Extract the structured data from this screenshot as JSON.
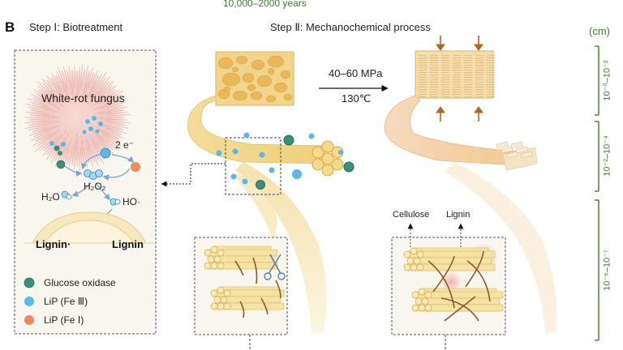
{
  "figure": {
    "top_caption": "10,000–2000 years",
    "panel_letter": "B",
    "step1_title": "Step Ⅰ: Biotreatment",
    "step2_title": "Step Ⅱ: Mechanochemical process",
    "pressure": "40–60 MPa",
    "temperature": "130℃",
    "scale_unit": "(cm)",
    "scale_ranges": [
      "10⁻⁰–10⁻²",
      "10⁻²–10⁻⁴",
      "10⁻⁶–10⁻⁷"
    ]
  },
  "biotreatment": {
    "fungus_label": "White-rot fungus",
    "electron_label": "2 e⁻",
    "h2o2_label": "H₂O₂",
    "h2o_label": "H₂O",
    "hydroxyl_label": "HO·",
    "lignin_radical_label": "Lignin·",
    "lignin_label": "Lignin"
  },
  "legend": [
    {
      "label": "Glucose oxidase",
      "color": "#3d8f7d"
    },
    {
      "label": "LiP (Fe Ⅲ)",
      "color": "#5bb8e6"
    },
    {
      "label": "LiP (Fe Ⅰ)",
      "color": "#f08a5d"
    }
  ],
  "microfibril": {
    "cellulose_label": "Cellulose",
    "lignin_label": "Lignin"
  },
  "colors": {
    "wood": "#f2d58c",
    "wood_dark": "#d9a94e",
    "fiber": "#f6e3a8",
    "scale_green": "#3e7d2c",
    "press_arrow": "#b5651d",
    "panel_bg": "#f8f6ee"
  }
}
